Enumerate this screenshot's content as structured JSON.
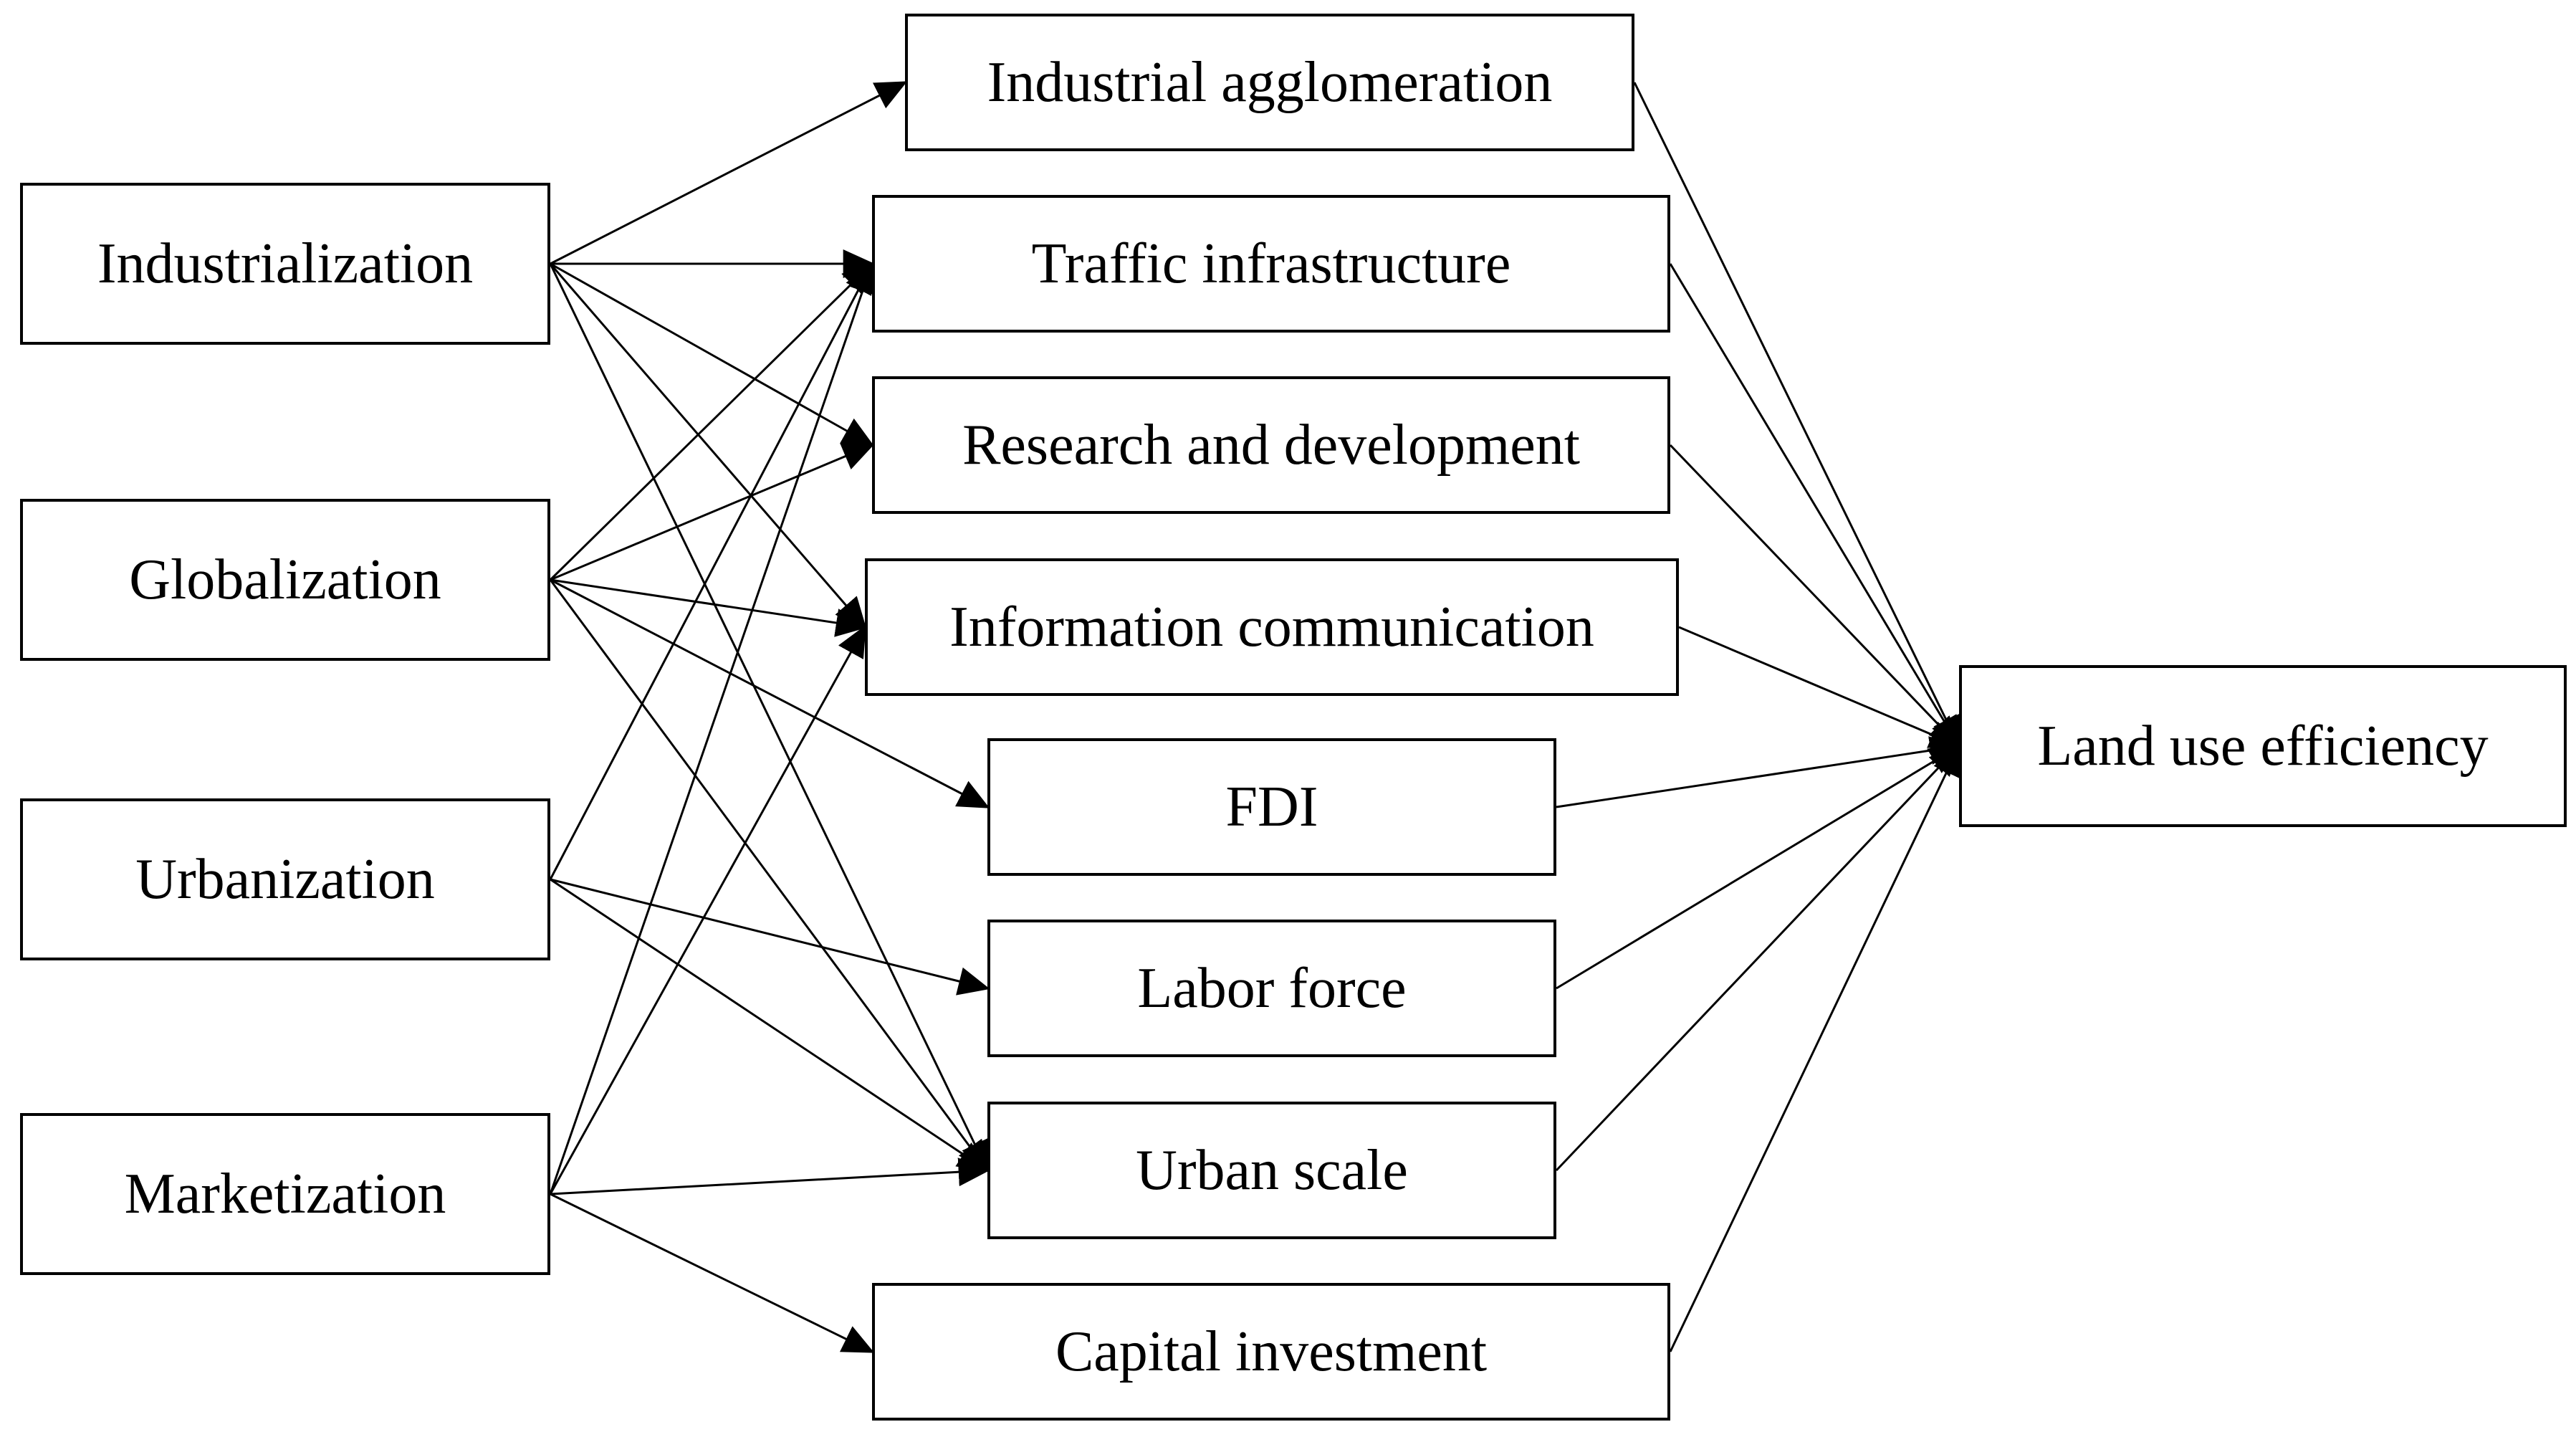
{
  "drivers": {
    "industrialization": "Industrialization",
    "globalization": "Globalization",
    "urbanization": "Urbanization",
    "marketization": "Marketization"
  },
  "mediators": {
    "industrial_agglomeration": "Industrial agglomeration",
    "traffic_infrastructure": "Traffic infrastructure",
    "research_development": "Research and development",
    "information_communication": "Information communication",
    "fdi": "FDI",
    "labor_force": "Labor force",
    "urban_scale": "Urban scale",
    "capital_investment": "Capital investment"
  },
  "outcome": {
    "land_use_efficiency": "Land use efficiency"
  },
  "colors": {
    "stroke": "#000000",
    "background": "#ffffff"
  },
  "edges": [
    {
      "from": "industrialization",
      "to": "industrial_agglomeration"
    },
    {
      "from": "industrialization",
      "to": "traffic_infrastructure"
    },
    {
      "from": "industrialization",
      "to": "research_development"
    },
    {
      "from": "industrialization",
      "to": "information_communication"
    },
    {
      "from": "industrialization",
      "to": "urban_scale"
    },
    {
      "from": "globalization",
      "to": "traffic_infrastructure"
    },
    {
      "from": "globalization",
      "to": "research_development"
    },
    {
      "from": "globalization",
      "to": "information_communication"
    },
    {
      "from": "globalization",
      "to": "fdi"
    },
    {
      "from": "globalization",
      "to": "urban_scale"
    },
    {
      "from": "urbanization",
      "to": "traffic_infrastructure"
    },
    {
      "from": "urbanization",
      "to": "labor_force"
    },
    {
      "from": "urbanization",
      "to": "urban_scale"
    },
    {
      "from": "marketization",
      "to": "traffic_infrastructure"
    },
    {
      "from": "marketization",
      "to": "information_communication"
    },
    {
      "from": "marketization",
      "to": "urban_scale"
    },
    {
      "from": "marketization",
      "to": "capital_investment"
    },
    {
      "from": "industrial_agglomeration",
      "to": "land_use_efficiency"
    },
    {
      "from": "traffic_infrastructure",
      "to": "land_use_efficiency"
    },
    {
      "from": "research_development",
      "to": "land_use_efficiency"
    },
    {
      "from": "information_communication",
      "to": "land_use_efficiency"
    },
    {
      "from": "fdi",
      "to": "land_use_efficiency"
    },
    {
      "from": "labor_force",
      "to": "land_use_efficiency"
    },
    {
      "from": "urban_scale",
      "to": "land_use_efficiency"
    },
    {
      "from": "capital_investment",
      "to": "land_use_efficiency"
    }
  ]
}
